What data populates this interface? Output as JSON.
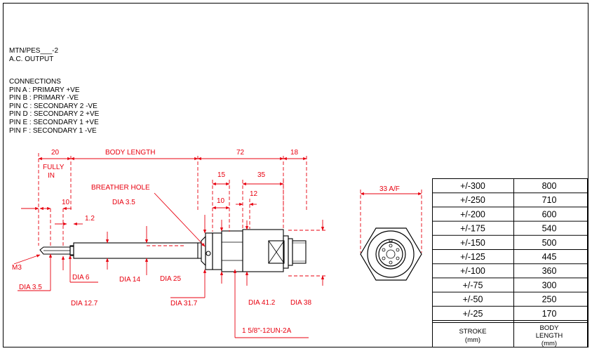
{
  "spec": {
    "model": "MTN/PES___-2",
    "output": "A.C. OUTPUT"
  },
  "connections": {
    "title": "CONNECTIONS",
    "pins": [
      "PIN A : PRIMARY +VE",
      "PIN B : PRIMARY -VE",
      "PIN C : SECONDARY 2 -VE",
      "PIN D : SECONDARY 2 +VE",
      "PIN E : SECONDARY 1 +VE",
      "PIN F : SECONDARY 1 -VE"
    ]
  },
  "dimensions": {
    "d20": "20",
    "fully": "FULLY",
    "in": "IN",
    "body_length": "BODY LENGTH",
    "d72": "72",
    "d18": "18",
    "d15": "15",
    "d35": "35",
    "d10_top": "10",
    "d12": "12",
    "d10_left": "10",
    "d1_2": "1.2",
    "breather_hole": "BREATHER HOLE",
    "dia3_5_top": "DIA 3.5",
    "m3": "M3",
    "dia3_5": "DIA 3.5",
    "dia6": "DIA 6",
    "dia14": "DIA 14",
    "dia25": "DIA 25",
    "dia12_7": "DIA 12.7",
    "dia31_7": "DIA 31.7",
    "dia41_2": "DIA  41.2",
    "dia38": "DIA 38",
    "thread": "1 5/8\"-12UN-2A",
    "af": "33 A/F"
  },
  "table": {
    "rows": [
      {
        "stroke": "+/-300",
        "length": "800"
      },
      {
        "stroke": "+/-250",
        "length": "710"
      },
      {
        "stroke": "+/-200",
        "length": "600"
      },
      {
        "stroke": "+/-175",
        "length": "540"
      },
      {
        "stroke": "+/-150",
        "length": "500"
      },
      {
        "stroke": "+/-125",
        "length": "445"
      },
      {
        "stroke": "+/-100",
        "length": "360"
      },
      {
        "stroke": "+/-75",
        "length": "300"
      },
      {
        "stroke": "+/-50",
        "length": "250"
      },
      {
        "stroke": "+/-25",
        "length": "170"
      }
    ],
    "header_stroke_1": "STROKE",
    "header_stroke_2": "(mm)",
    "header_len_1": "BODY",
    "header_len_2": "LENGTH",
    "header_len_3": "(mm)"
  },
  "colors": {
    "dimension": "#e8000f",
    "outline": "#000000"
  }
}
